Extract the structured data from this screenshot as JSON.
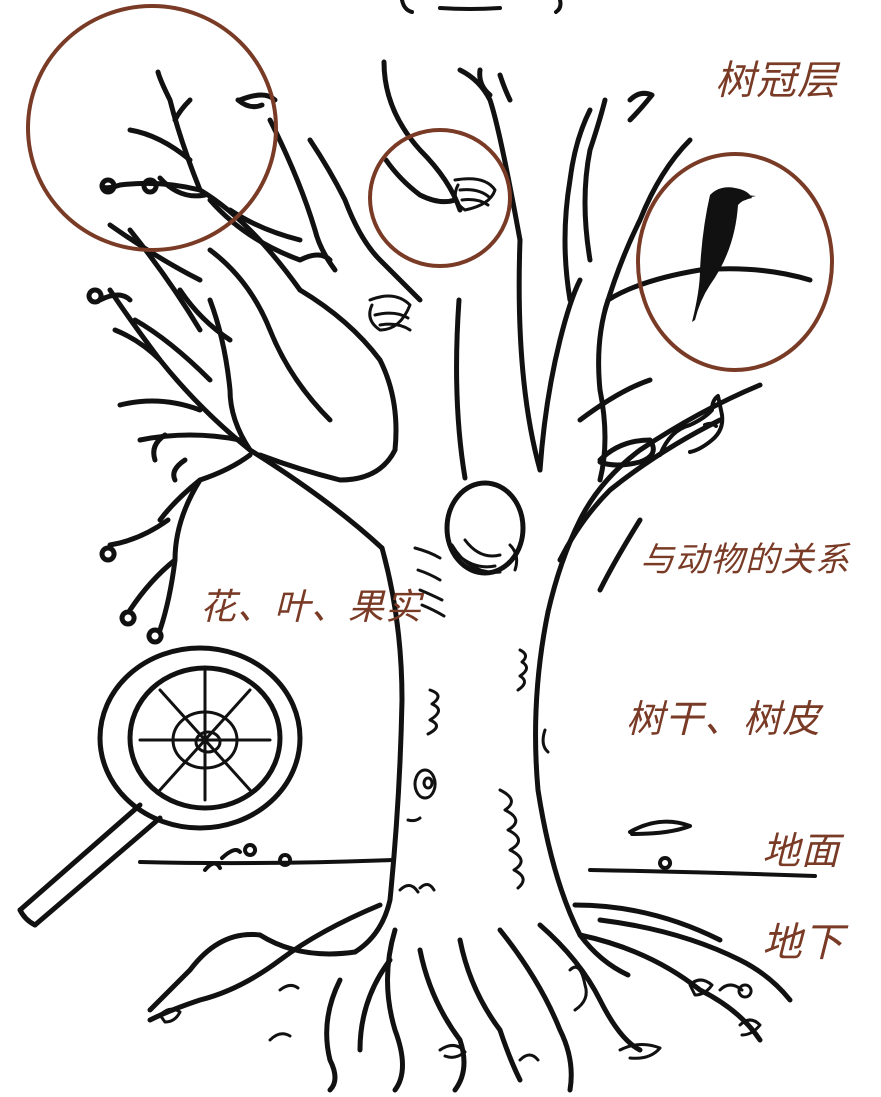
{
  "labels": {
    "canopy": "树冠层",
    "animals": "与动物的关系",
    "flowers_leaves_fruit": "花、叶、果实",
    "trunk_bark": "树干、树皮",
    "ground": "地面",
    "underground": "地下"
  },
  "colors": {
    "ink": "#111111",
    "annotation": "#7a3b26",
    "background": "#ffffff"
  },
  "icons": {
    "magnifier": "magnifying-glass-icon",
    "bird": "bird-icon",
    "squirrel": "squirrel-icon",
    "nest": "nest-icon"
  }
}
